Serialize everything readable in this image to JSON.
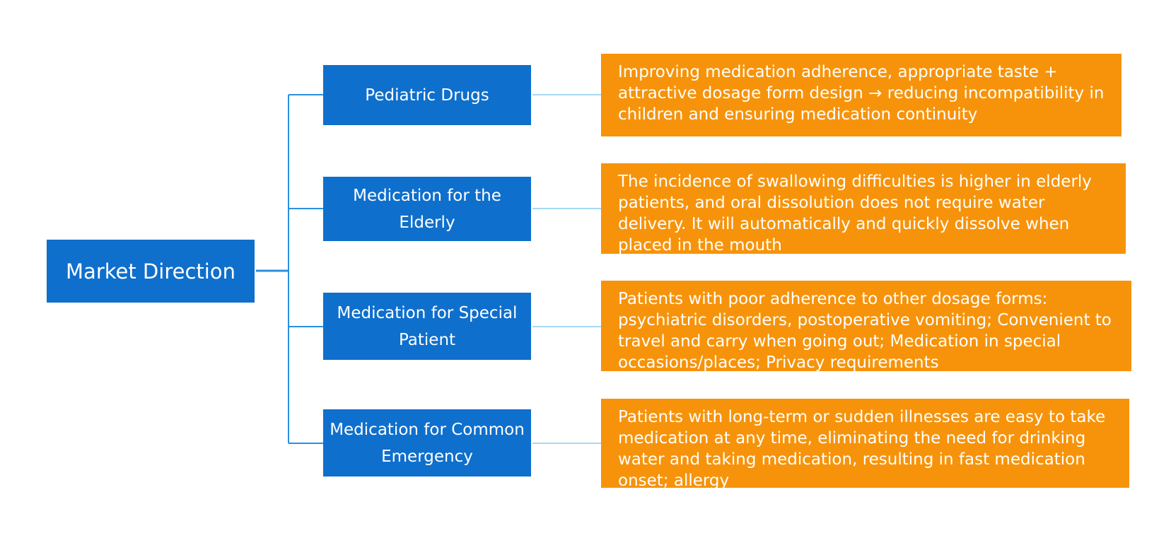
{
  "colors": {
    "category_box": "#0f6fcc",
    "description_box": "#f7930a",
    "trunk_line": "#2a8fe0",
    "branch_line": "#4cb3e8",
    "text": "#ffffff"
  },
  "root": {
    "label": "Market Direction"
  },
  "branches": [
    {
      "label": "Pediatric Drugs",
      "description": "Improving medication adherence, appropriate taste + attractive dosage form design → reducing incompatibility in children and ensuring medication continuity"
    },
    {
      "label": "Medication for the Elderly",
      "description": "The incidence of swallowing difficulties is higher in elderly patients, and oral dissolution does not require water delivery. It will automatically and quickly dissolve when placed in the mouth"
    },
    {
      "label": "Medication for Special Patient",
      "description": "Patients with poor adherence to other dosage forms: psychiatric disorders, postoperative vomiting; Convenient to travel and carry when going out; Medication in special occasions/places; Privacy requirements"
    },
    {
      "label": "Medication for Common Emergency",
      "description": "Patients with long-term or sudden illnesses are easy to take medication at any time, eliminating the need for drinking water and taking medication, resulting in fast medication onset; allergy"
    }
  ]
}
